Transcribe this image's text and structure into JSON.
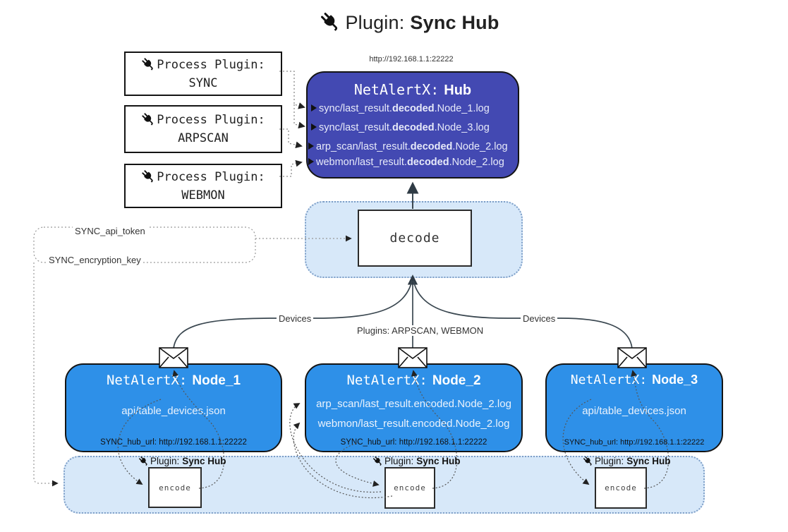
{
  "colors": {
    "hub-bg": "#4349b2",
    "node-bg": "#2e90e8",
    "panel-bg": "#d7e8f9",
    "panel-border": "#7d9ec7",
    "hub-text": "#e7eaf9",
    "node-text": "#eaf2fc"
  },
  "title": {
    "icon": "plug-icon",
    "prefix": "Plugin:",
    "name": "Sync Hub"
  },
  "hub": {
    "url": "http://192.168.1.1:22222",
    "title_prefix": "NetAlertX:",
    "title_name": "Hub",
    "log_lines": [
      {
        "pre": "sync/last_result.",
        "bold": "decoded",
        "post": ".Node_1.log"
      },
      {
        "pre": "sync/last_result.",
        "bold": "decoded",
        "post": ".Node_3.log"
      },
      {
        "pre": "arp_scan/last_result.",
        "bold": "decoded",
        "post": ".Node_2.log"
      },
      {
        "pre": "webmon/last_result.",
        "bold": "decoded",
        "post": ".Node_2.log"
      }
    ]
  },
  "process_plugins": [
    {
      "icon": "plug-icon",
      "label": "Process Plugin:",
      "name": "SYNC"
    },
    {
      "icon": "plug-icon",
      "label": "Process Plugin:",
      "name": "ARPSCAN"
    },
    {
      "icon": "plug-icon",
      "label": "Process Plugin:",
      "name": "WEBMON"
    }
  ],
  "decode": {
    "label": "decode"
  },
  "settings": {
    "api_token": "SYNC_api_token",
    "encryption_key": "SYNC_encryption_key"
  },
  "edge_labels": {
    "devices_left": "Devices",
    "plugins_center": "Plugins: ARPSCAN, WEBMON",
    "devices_right": "Devices"
  },
  "nodes": [
    {
      "title_prefix": "NetAlertX:",
      "title_name": "Node_1",
      "files": [
        "api/table_devices.json"
      ],
      "hub_url": "SYNC_hub_url: http://192.168.1.1:22222"
    },
    {
      "title_prefix": "NetAlertX:",
      "title_name": "Node_2",
      "files": [
        "arp_scan/last_result.encoded.Node_2.log",
        "webmon/last_result.encoded.Node_2.log"
      ],
      "hub_url": "SYNC_hub_url: http://192.168.1.1:22222"
    },
    {
      "title_prefix": "NetAlertX:",
      "title_name": "Node_3",
      "files": [
        "api/table_devices.json"
      ],
      "hub_url": "SYNC_hub_url: http://192.168.1.1:22222"
    }
  ],
  "encoders": [
    {
      "icon": "plug-icon",
      "label_prefix": "Plugin:",
      "label_name": "Sync Hub",
      "box_label": "encode"
    },
    {
      "icon": "plug-icon",
      "label_prefix": "Plugin:",
      "label_name": "Sync Hub",
      "box_label": "encode"
    },
    {
      "icon": "plug-icon",
      "label_prefix": "Plugin:",
      "label_name": "Sync Hub",
      "box_label": "encode"
    }
  ]
}
